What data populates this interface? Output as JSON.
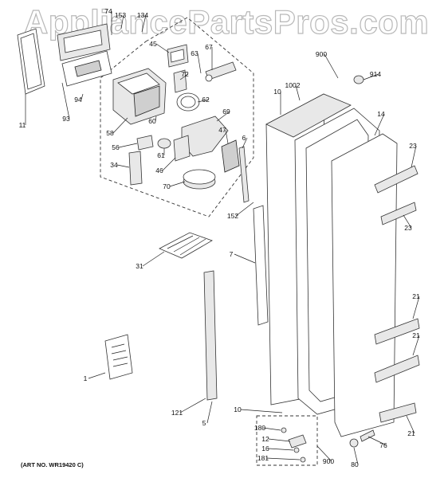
{
  "watermark": "AppliancePartsPros.com",
  "art_number": "(ART NO. WR19420 C)",
  "callouts": [
    "74",
    "153",
    "134",
    "45",
    "63",
    "67",
    "72",
    "62",
    "69",
    "60",
    "58",
    "56",
    "61",
    "46",
    "47",
    "34",
    "70",
    "94",
    "93",
    "11",
    "31",
    "1",
    "121",
    "5",
    "6",
    "152",
    "7",
    "10",
    "1002",
    "900",
    "914",
    "14",
    "23",
    "23",
    "21",
    "21",
    "21",
    "10",
    "180",
    "12",
    "16",
    "181",
    "900",
    "80",
    "76"
  ]
}
